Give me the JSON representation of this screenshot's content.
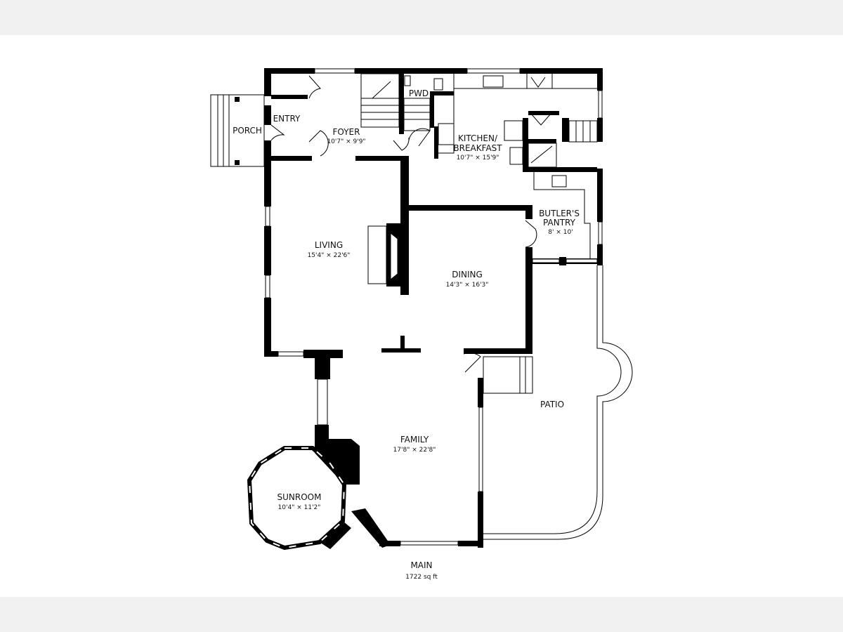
{
  "colors": {
    "background": "#ffffff",
    "band": "#f1f1f1",
    "wall": "#000000",
    "text": "#111111"
  },
  "rooms": {
    "porch": {
      "name": "PORCH"
    },
    "entry": {
      "name": "ENTRY"
    },
    "foyer": {
      "name": "FOYER",
      "dims": "10'7\" × 9'9\""
    },
    "pwd": {
      "name": "PWD"
    },
    "kitchen": {
      "name_line1": "KITCHEN/",
      "name_line2": "BREAKFAST",
      "dims": "10'7\" × 15'9\""
    },
    "butlers_pantry": {
      "name_line1": "BUTLER'S",
      "name_line2": "PANTRY",
      "dims": "8' × 10'"
    },
    "living": {
      "name": "LIVING",
      "dims": "15'4\" × 22'6\""
    },
    "dining": {
      "name": "DINING",
      "dims": "14'3\" × 16'3\""
    },
    "patio": {
      "name": "PATIO"
    },
    "family": {
      "name": "FAMILY",
      "dims": "17'8\" × 22'8\""
    },
    "sunroom": {
      "name": "SUNROOM",
      "dims": "10'4\" × 11'2\""
    }
  },
  "floor": {
    "name": "MAIN",
    "area": "1722 sq ft"
  }
}
